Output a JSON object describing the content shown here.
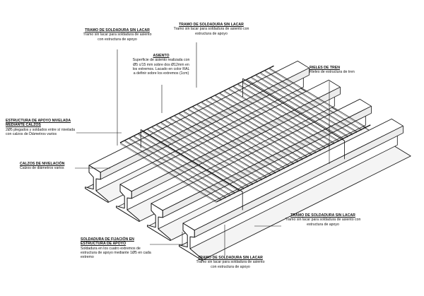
{
  "annotations": {
    "weld_top_left": {
      "title": "TRAMO DE SOLDADURA SIN LACAR",
      "desc": "Tramo sin lacar para soldadura de asiento con estructura de apoyo"
    },
    "weld_top_right": {
      "title": "TRAMO DE SOLDADURA SIN LACAR",
      "desc": "Tramo sin lacar para soldadura de asiento con estructura de apoyo"
    },
    "seat": {
      "title": "ASIENTO",
      "desc": "Superficie de asiento realizada con Ø5 c/15 mm sobre dos Ø12mm en los extremos. Lacado en color RAL a definir sobre los extremos (1cm)"
    },
    "rails": {
      "title": "RIELES DE TREN",
      "desc": "Rieles de estructura de tren"
    },
    "support_structure": {
      "title": "ESTRUCTURA DE APOYO NIVELADA MEDIANTE CALZOS",
      "desc": "2Ø5 plegados y soldados entre sí nivelada con calzos de Diámetros varios"
    },
    "shims": {
      "title": "CALZOS DE NIVELACIÓN",
      "desc": "Calzos de diámetros varios"
    },
    "fixing_weld": {
      "title": "SOLDADURA DE FIJACIÓN EN ESTRUCTURA DE APOYO",
      "desc": "Soldadura en los cuatro extremos de estructura de apoyo mediante 1Ø5 en cada extremo"
    },
    "weld_bottom_right": {
      "title": "TRAMO DE SOLDADURA SIN LACAR",
      "desc": "Tramo sin lacar para soldadura de asiento con estructura de apoyo"
    },
    "weld_bottom_center": {
      "title": "TRAMO DE SOLDADURA SIN LACAR",
      "desc": "Tramo sin lacar para soldadura de asiento con estructura de apoyo"
    }
  }
}
